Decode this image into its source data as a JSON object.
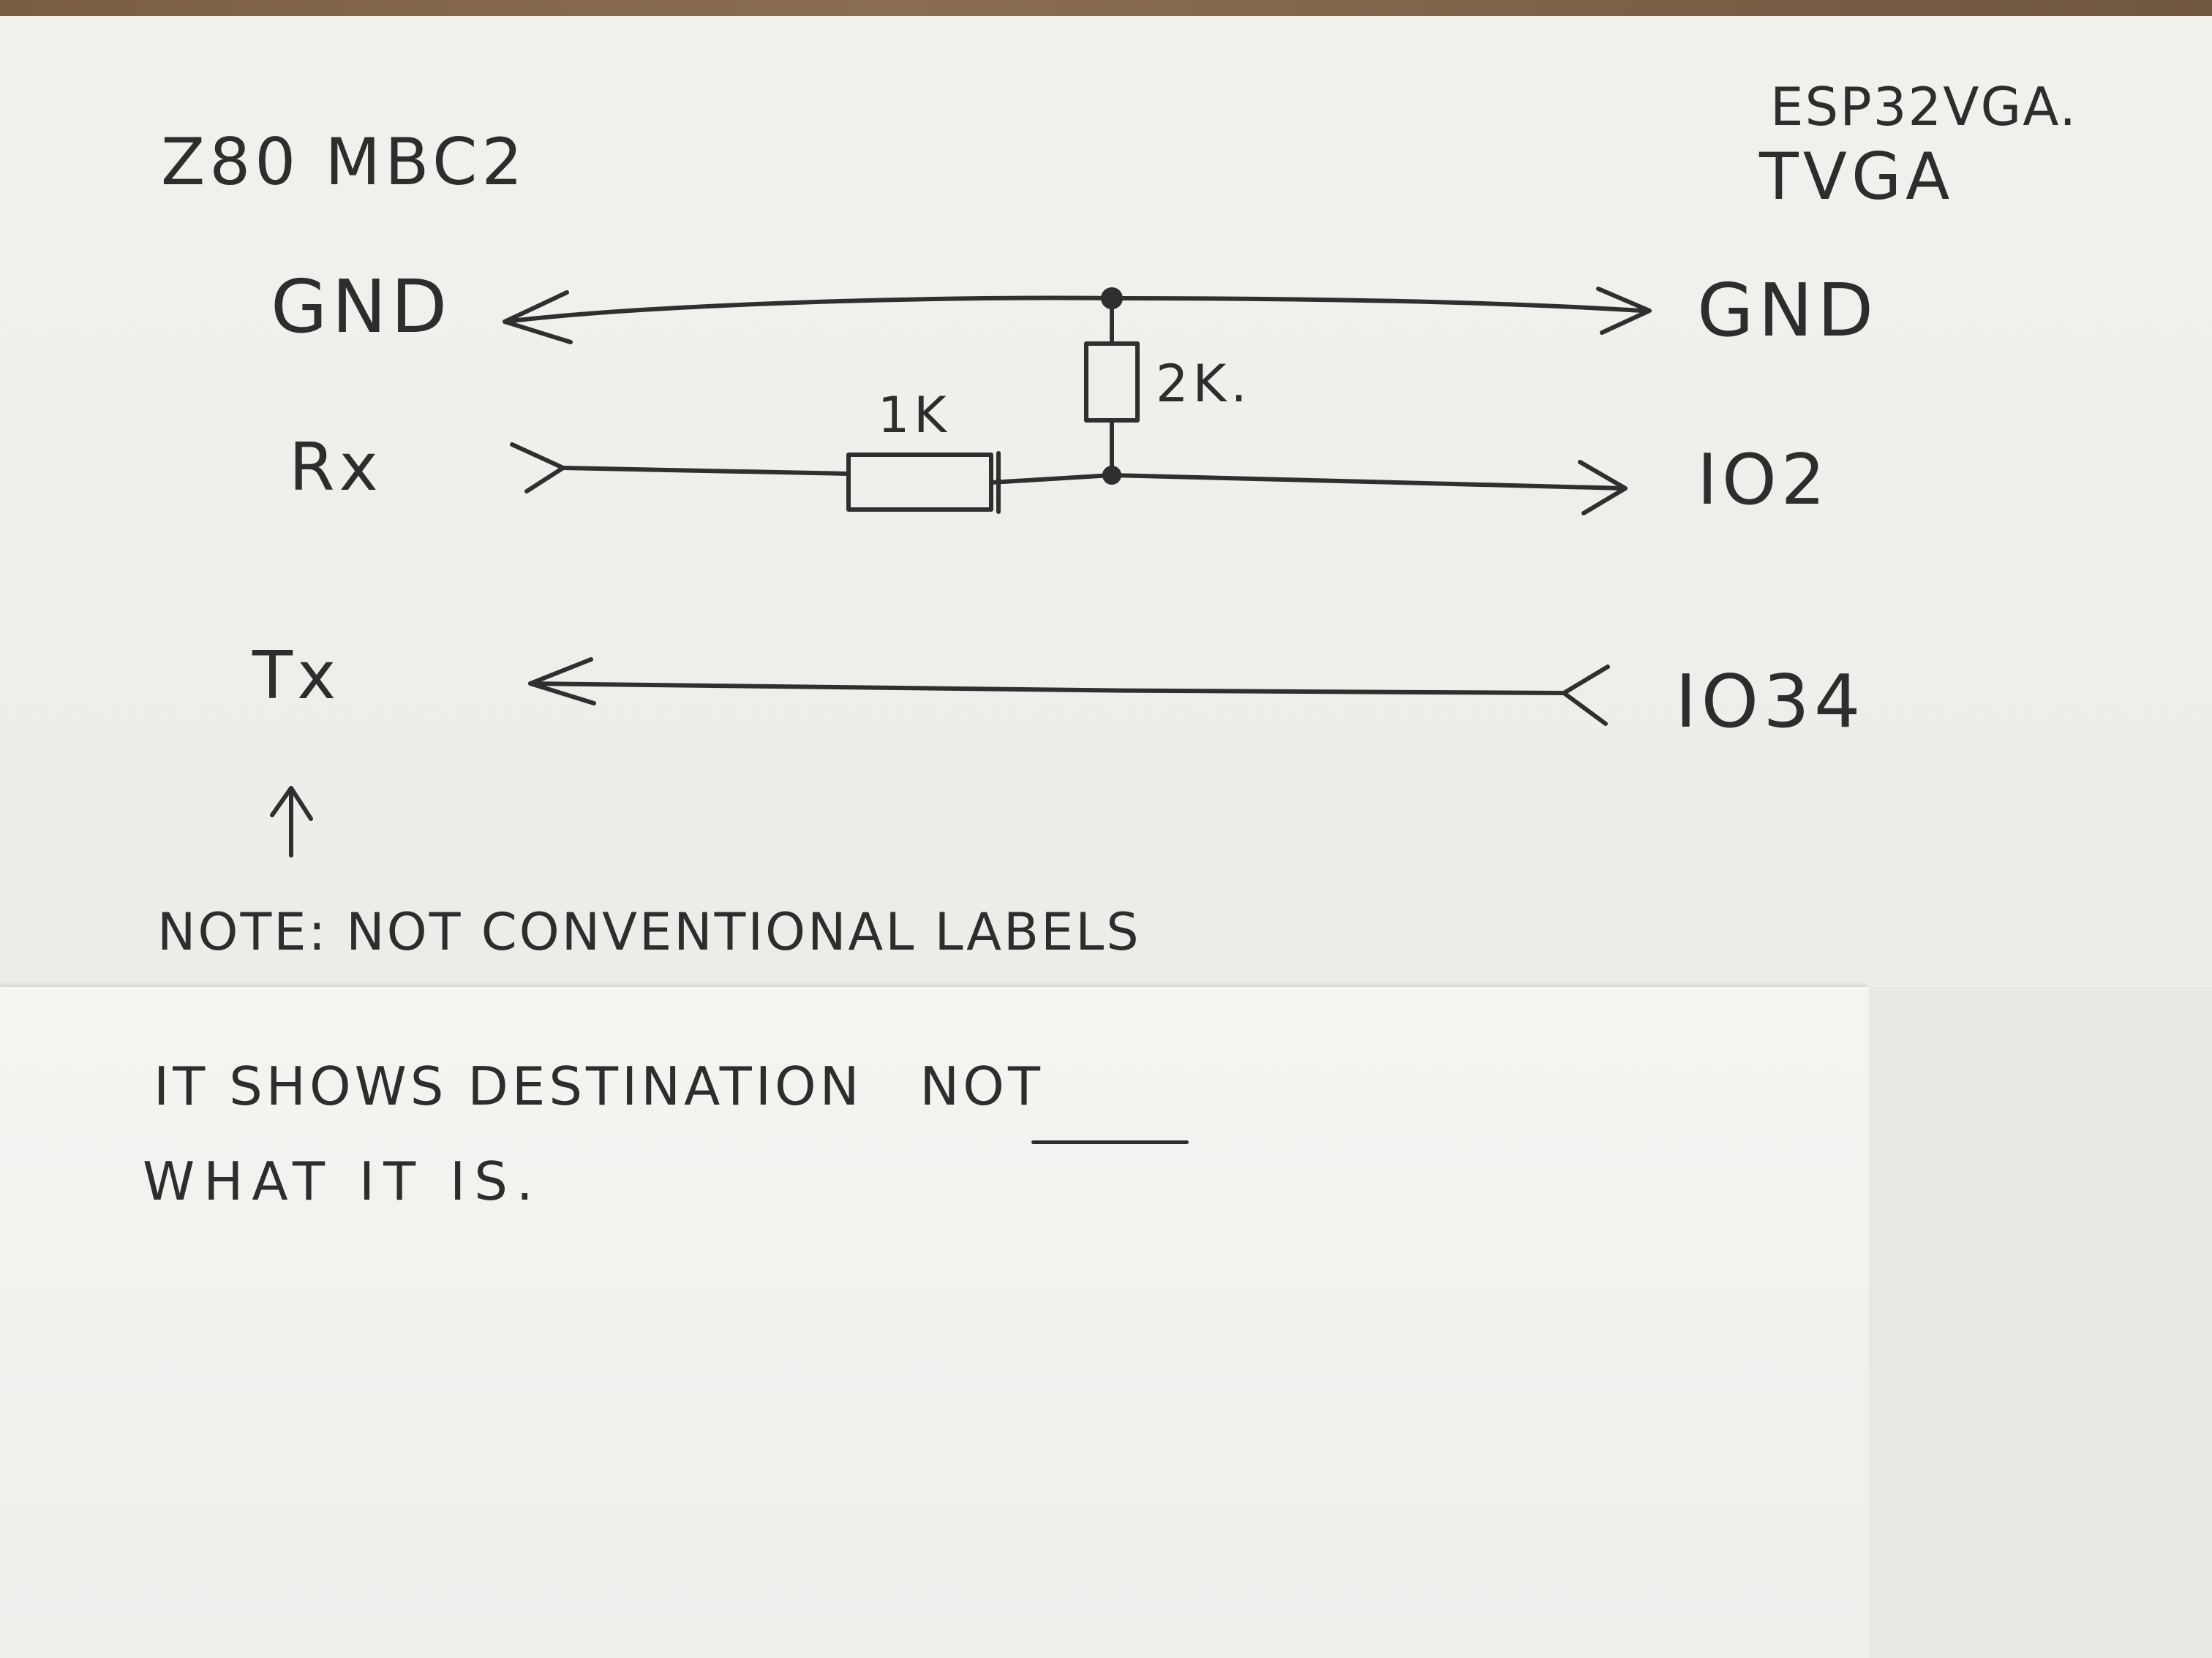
{
  "left_device": "Z80 MBC2",
  "right_device_line1": "ESP32VGA.",
  "right_device_line2": "TVGA",
  "left_pins": {
    "gnd": "GND",
    "rx": "Rx",
    "tx": "Tx"
  },
  "right_pins": {
    "gnd": "GND",
    "io2": "IO2",
    "io34": "IO34"
  },
  "components": {
    "r1": "1K",
    "r2": "2K."
  },
  "note": {
    "line1": "NOTE: NOT CONVENTIONAL LABELS",
    "line2_prefix": "IT SHOWS DESTINATION",
    "line2_emphasis": "NOT",
    "line3": "WHAT IT IS."
  }
}
